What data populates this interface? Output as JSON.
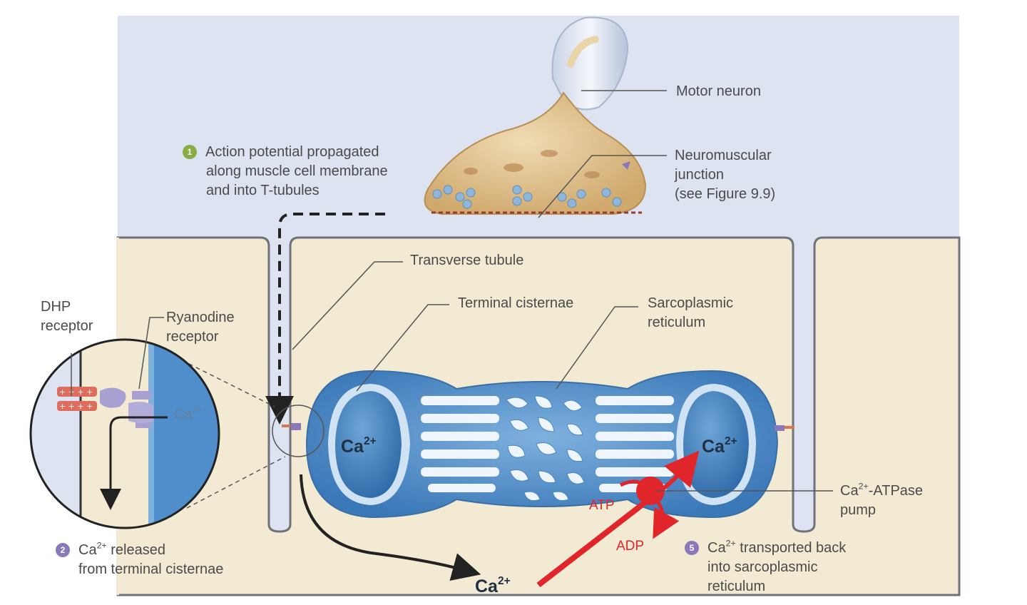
{
  "labels": {
    "motor_neuron": "Motor neuron",
    "neuromuscular_junction": [
      "Neuromuscular",
      "junction",
      "(see Figure 9.9)"
    ],
    "step1": {
      "badge": "1",
      "lines": [
        "Action potential propagated",
        "along muscle cell membrane",
        "and into T-tubules"
      ]
    },
    "transverse_tubule": "Transverse tubule",
    "terminal_cisternae": "Terminal cisternae",
    "sarcoplasmic_reticulum": [
      "Sarcoplasmic",
      "reticulum"
    ],
    "dhp_receptor": [
      "DHP",
      "receptor"
    ],
    "ryanodine_receptor": [
      "Ryanodine",
      "receptor"
    ],
    "ca_atpase_pump": {
      "prefix": "Ca",
      "sup": "2+",
      "suffix": "-ATPase",
      "line2": "pump"
    },
    "atp": "ATP",
    "adp": "ADP",
    "step2": {
      "badge": "2",
      "prefix": "Ca",
      "sup": "2+",
      "suffix": " released",
      "line2": "from terminal cisternae"
    },
    "step5": {
      "badge": "5",
      "prefix": "Ca",
      "sup": "2+",
      "suffix": " transported back",
      "line2": "into sarcoplasmic",
      "line3": "reticulum"
    },
    "ion_base": "Ca",
    "ion_charge": "2+"
  },
  "colors": {
    "extracellular": "#dde3f1",
    "cytoplasm": "#f3ead3",
    "membrane": "#6e727a",
    "sr_blue": "#4f8ecb",
    "sr_light": "#cfe3f4",
    "pump_red": "#e0262a",
    "step1_badge": "#8cab45",
    "step_purple": "#8a79b8"
  }
}
